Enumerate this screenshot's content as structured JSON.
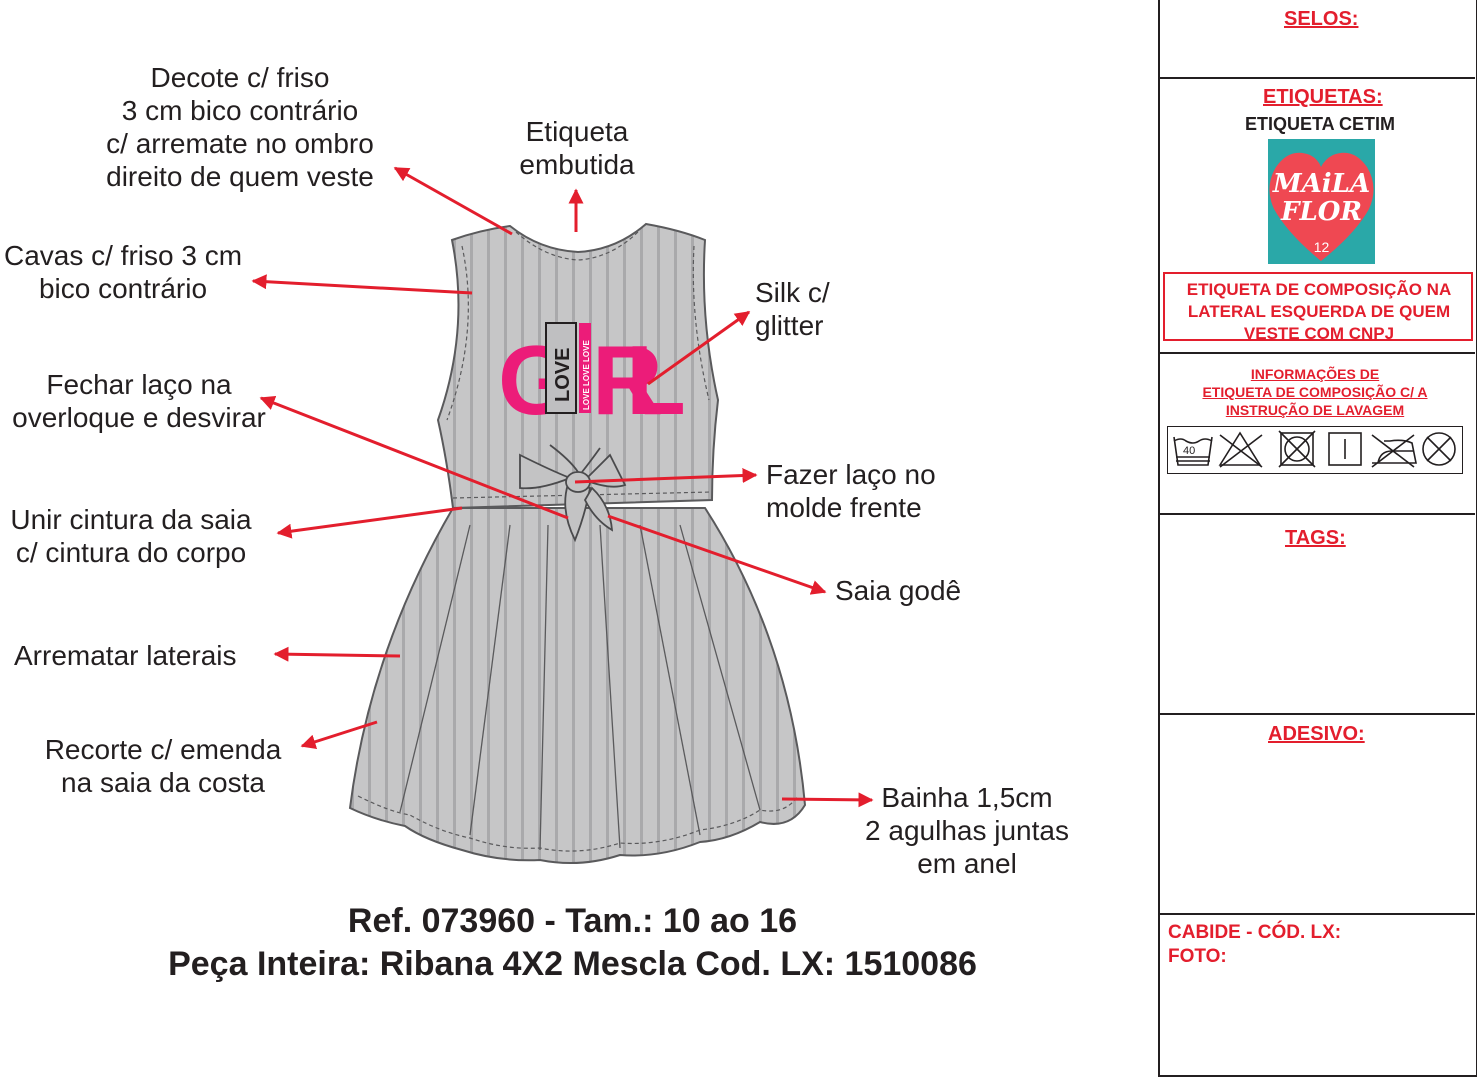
{
  "annotations": {
    "decote": [
      "Decote c/ friso",
      "3 cm bico contrário",
      "c/ arremate no ombro",
      "direito de quem veste"
    ],
    "etiqueta": [
      "Etiqueta",
      "embutida"
    ],
    "cavas": [
      "Cavas c/ friso 3 cm",
      "bico contrário"
    ],
    "silk": [
      "Silk c/",
      "glitter"
    ],
    "fechar": [
      "Fechar laço na",
      "overloque e desvirar"
    ],
    "fazer": [
      "Fazer laço no",
      "molde frente"
    ],
    "unir": [
      "Unir cintura da saia",
      "c/ cintura do corpo"
    ],
    "saia": "Saia godê",
    "arrematar": "Arrematar laterais",
    "recorte": [
      "Recorte c/ emenda",
      "na saia da costa"
    ],
    "bainha": [
      "Bainha 1,5cm",
      "2 agulhas juntas",
      "em anel"
    ]
  },
  "print": {
    "letters": [
      "G",
      "R",
      "L"
    ],
    "box_text": "LOVE",
    "strip_text": "LOVE LOVE LOVE"
  },
  "footer": {
    "line1": "Ref. 073960 - Tam.: 10 ao 16",
    "line2": "Peça Inteira: Ribana 4X2 Mescla Cod. LX: 1510086"
  },
  "panel": {
    "selos": "SELOS:",
    "etiquetas": "ETIQUETAS:",
    "etiqueta_cetim": "ETIQUETA CETIM",
    "logo": {
      "line1": "MAiLA",
      "line2": "FLOR",
      "size": "12"
    },
    "composicao": [
      "ETIQUETA DE COMPOSIÇÃO NA",
      "LATERAL ESQUERDA DE QUEM",
      "VESTE COM CNPJ"
    ],
    "informacoes": [
      "INFORMAÇÕES DE",
      "ETIQUETA DE COMPOSIÇÃO C/ A",
      "INSTRUÇÃO DE LAVAGEM"
    ],
    "wash_temp": "40",
    "tags": "TAGS:",
    "adesivo": "ADESIVO:",
    "cabide": "CABIDE - CÓD. LX:",
    "foto": "FOTO:"
  },
  "colors": {
    "arrow": "#e31e2d",
    "dress": "#c3c3c4",
    "print_pink": "#ec1c79",
    "logo_red": "#ef4852",
    "logo_teal": "#2aa8a8"
  },
  "care_icons": [
    "wash-40-icon",
    "no-bleach-icon",
    "no-tumble-dry-icon",
    "line-dry-icon",
    "no-iron-icon",
    "no-dry-clean-icon"
  ]
}
